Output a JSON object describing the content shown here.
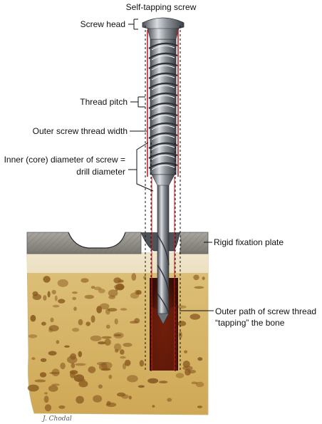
{
  "title": "Self-tapping screw",
  "labels": {
    "screw_head": "Screw head",
    "thread_pitch": "Thread pitch",
    "outer_width": "Outer screw thread width",
    "inner_diameter_line1": "Inner (core) diameter of screw =",
    "inner_diameter_line2": "drill diameter",
    "plate": "Rigid fixation plate",
    "outer_path_line1": "Outer path of screw thread",
    "outer_path_line2": "“tapping” the bone"
  },
  "signature": "J. Chodal",
  "colors": {
    "bone": "#d9b35a",
    "pore": "#8a5a20",
    "plate": "#8d8a84",
    "metal": "#9aa0a6",
    "red_line": "#c8202a"
  }
}
